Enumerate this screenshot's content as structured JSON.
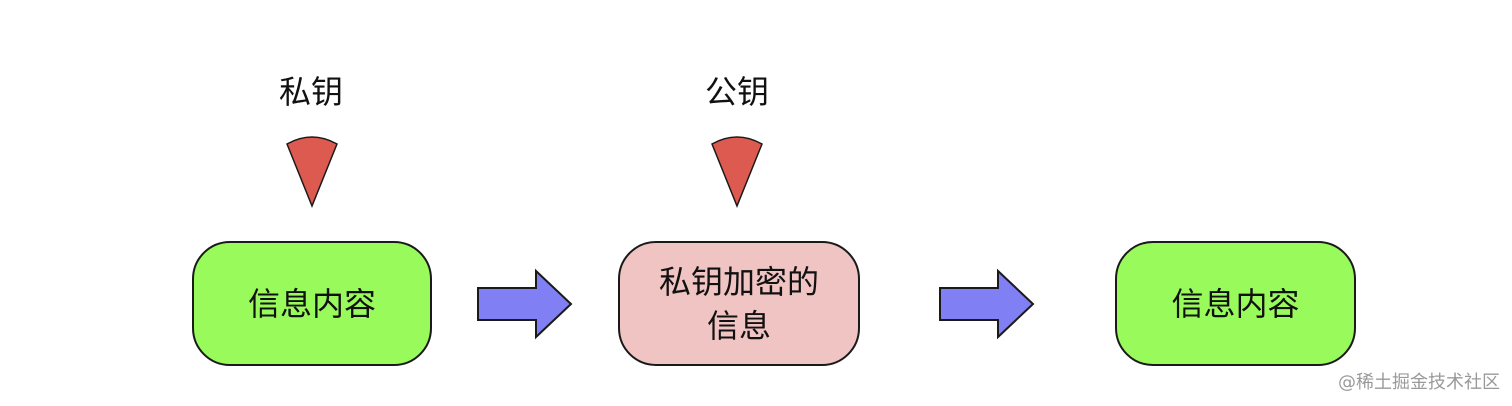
{
  "colors": {
    "wedge_fill": "#dc5a50",
    "box_green": "#99fa5c",
    "box_pink": "#efc4c2",
    "arrow_fill": "#8080f4",
    "outline": "#1a1a1a"
  },
  "keys": {
    "private_key_label": "私钥",
    "public_key_label": "公钥"
  },
  "boxes": {
    "plain_message_left": "信息内容",
    "encrypted_message_line1": "私钥加密的",
    "encrypted_message_line2": "信息",
    "plain_message_right": "信息内容"
  },
  "watermark": "@稀土掘金技术社区"
}
